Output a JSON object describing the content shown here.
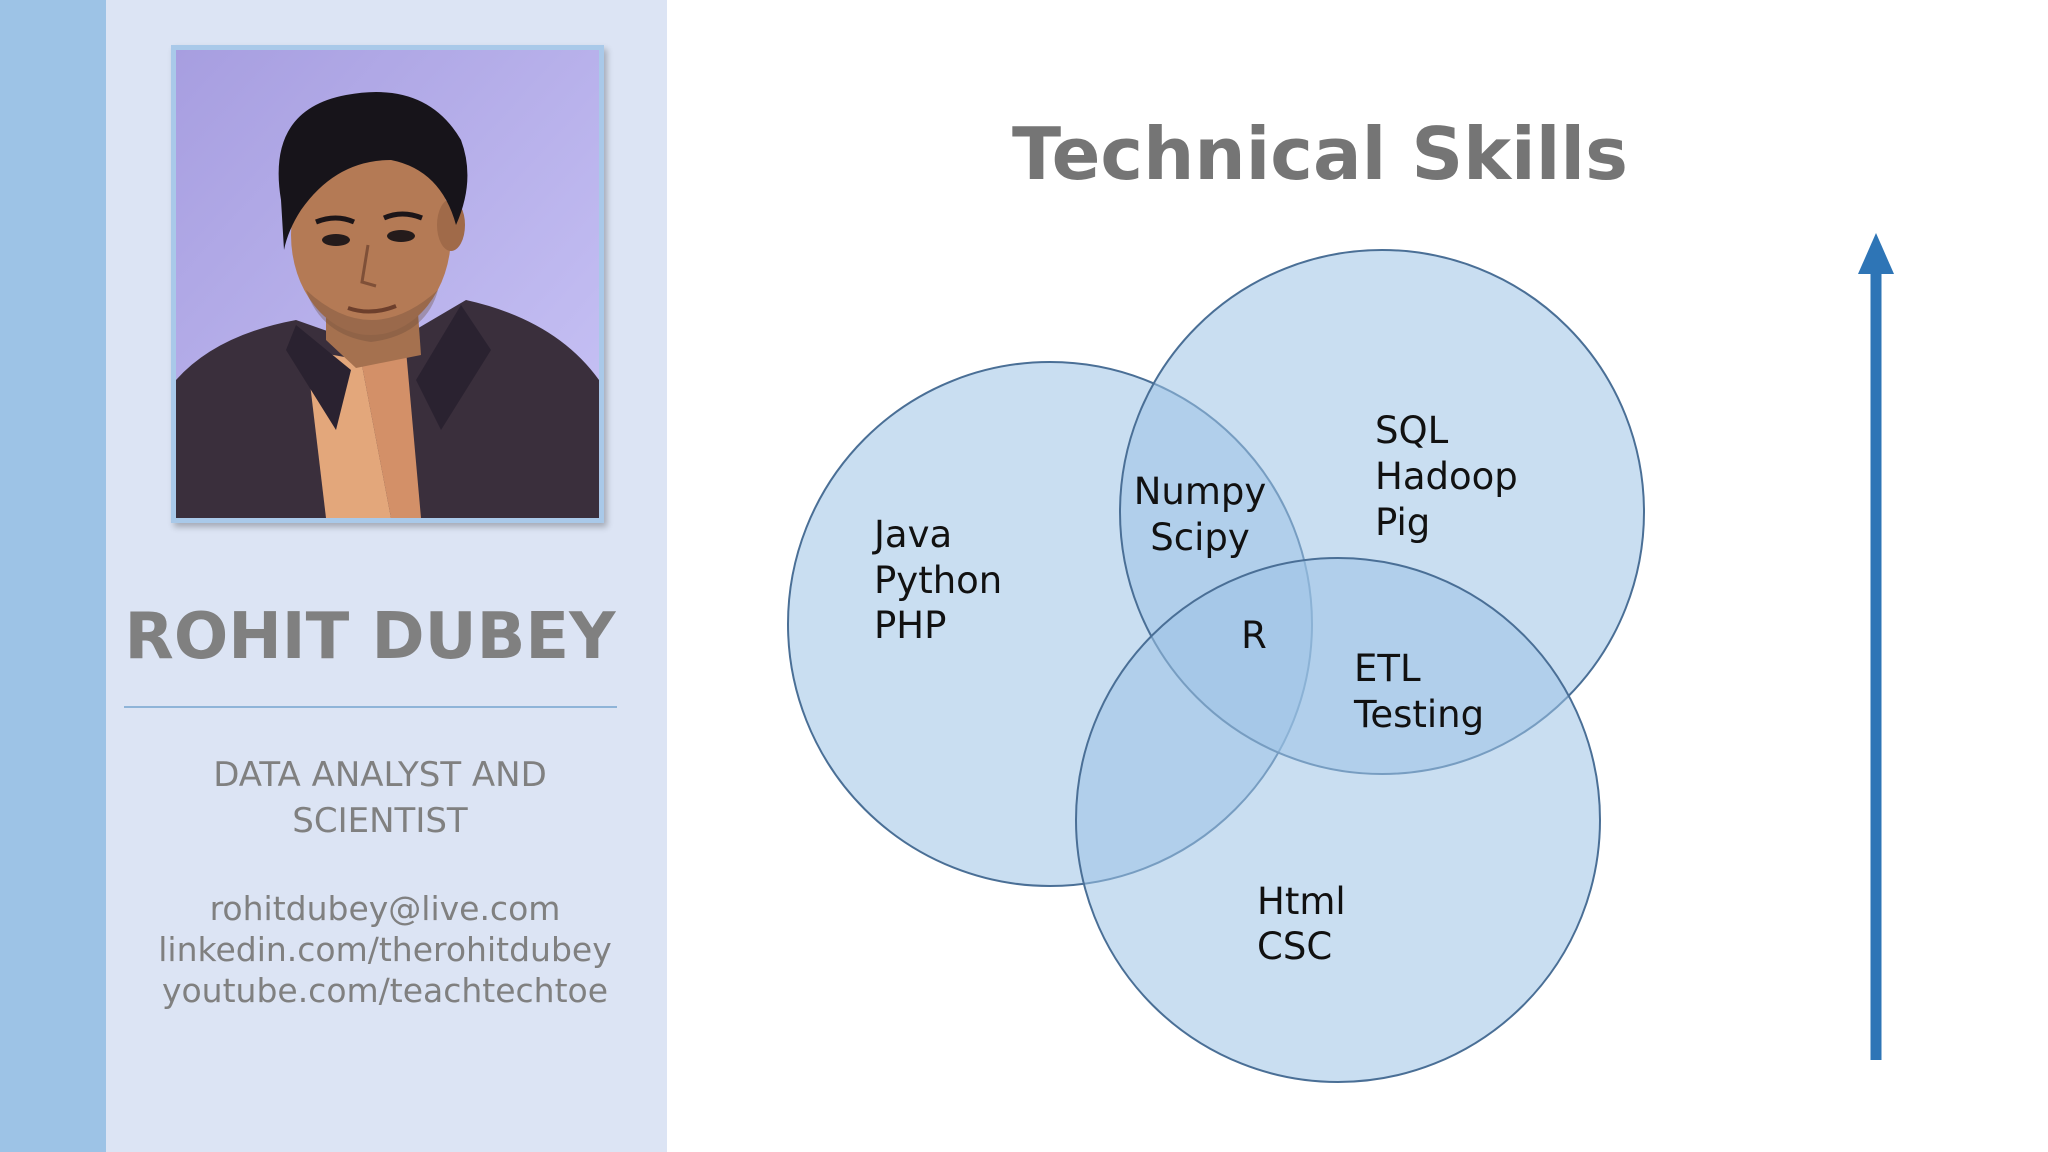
{
  "profile": {
    "name": "ROHIT DUBEY",
    "role_line1": "DATA ANALYST AND",
    "role_line2": "SCIENTIST",
    "contacts": {
      "email": "rohitdubey@live.com",
      "linkedin": "linkedin.com/therohitdubey",
      "youtube": "youtube.com/teachtechtoe"
    }
  },
  "skills": {
    "title": "Technical Skills",
    "sets": {
      "programming": [
        "Java",
        "Python",
        "PHP"
      ],
      "data_engineering": [
        "SQL",
        "Hadoop",
        "Pig"
      ],
      "web": [
        "Html",
        "CSC"
      ]
    },
    "overlaps": {
      "programming_and_data": [
        "Numpy",
        "Scipy"
      ],
      "data_and_web": [
        "ETL",
        "Testing"
      ],
      "all_three": [
        "R"
      ]
    }
  },
  "colors": {
    "accent_bar": "#9dc3e6",
    "side_panel": "#dce4f4",
    "circle_fill": "#9dc3e6",
    "circle_stroke": "#4a6f96",
    "arrow": "#2e75b6",
    "name_text": "#808080",
    "title_text": "#757575"
  },
  "icons": {
    "arrow": "up-arrow-icon",
    "photo": "profile-photo"
  }
}
